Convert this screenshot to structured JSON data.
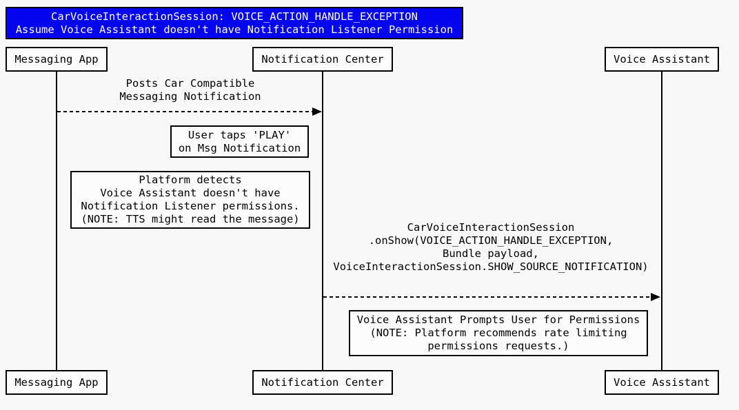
{
  "title": {
    "lines": [
      "CarVoiceInteractionSession: VOICE_ACTION_HANDLE_EXCEPTION",
      "Assume Voice Assistant doesn't have Notification Listener Permission"
    ]
  },
  "participants": [
    {
      "label": "Messaging App"
    },
    {
      "label": "Notification Center"
    },
    {
      "label": "Voice Assistant"
    }
  ],
  "messages": [
    {
      "from": "Messaging App",
      "to": "Notification Center",
      "arrow_style": "dashed",
      "lines": [
        "Posts Car Compatible",
        "Messaging Notification"
      ]
    },
    {
      "from": "Notification Center",
      "to": "Voice Assistant",
      "arrow_style": "dashed",
      "lines": [
        "CarVoiceInteractionSession",
        ".onShow(VOICE_ACTION_HANDLE_EXCEPTION,",
        "Bundle payload,",
        "VoiceInteractionSession.SHOW_SOURCE_NOTIFICATION)"
      ]
    }
  ],
  "notes": [
    {
      "lines": [
        "User taps 'PLAY'",
        "on Msg Notification"
      ]
    },
    {
      "lines": [
        "Platform detects",
        "Voice Assistant doesn't have",
        "Notification Listener permissions.",
        "(NOTE: TTS might read the message)"
      ]
    },
    {
      "lines": [
        "Voice Assistant Prompts User for Permissions",
        "(NOTE: Platform recommends rate limiting",
        "permissions requests.)"
      ]
    }
  ],
  "colors": {
    "title_bg": "#0404EF",
    "title_text": "#FFFFFF",
    "line": "#000000",
    "box_bg": "#FCFCFC",
    "page_bg": "#F8F8F8"
  }
}
